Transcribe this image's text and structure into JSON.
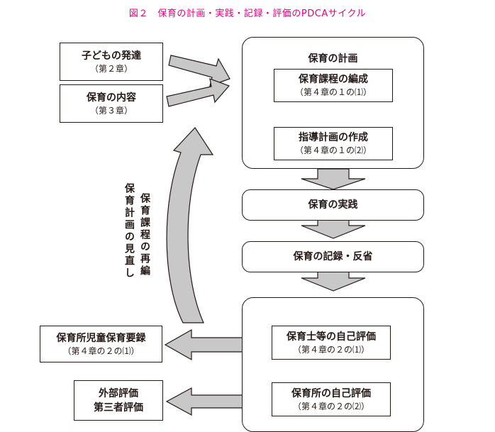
{
  "title": "図２　保育の計画・実践・記録・評価のPDCAサイクル",
  "inputs": [
    {
      "label": "子どもの発達",
      "ref": "（第２章）"
    },
    {
      "label": "保育の内容",
      "ref": "（第３章）"
    }
  ],
  "plan": {
    "title": "保育の計画",
    "steps": [
      {
        "label": "保育課程の編成",
        "ref": "（第４章の１の⑴）"
      },
      {
        "label": "指導計画の作成",
        "ref": "（第４章の１の⑵）"
      }
    ]
  },
  "practice": {
    "label": "保育の実践"
  },
  "record": {
    "label": "保育の記録・反省"
  },
  "evaluation": {
    "steps": [
      {
        "label": "保育士等の自己評価",
        "ref": "（第４章の２の⑴）"
      },
      {
        "label": "保育所の自己評価",
        "ref": "（第４章の２の⑵）"
      }
    ]
  },
  "outputs": [
    {
      "label": "保育所児童保育要録",
      "ref": "（第４章の２の⑴）"
    },
    {
      "label": "外部評価",
      "line2": "第三者評価"
    }
  ],
  "feedback": {
    "line1": "保育課程の再編",
    "line2": "保育計画の見直し"
  },
  "colors": {
    "arrow_fill": "#c8c8c8",
    "stroke": "#231815",
    "title": "#e4007f"
  }
}
